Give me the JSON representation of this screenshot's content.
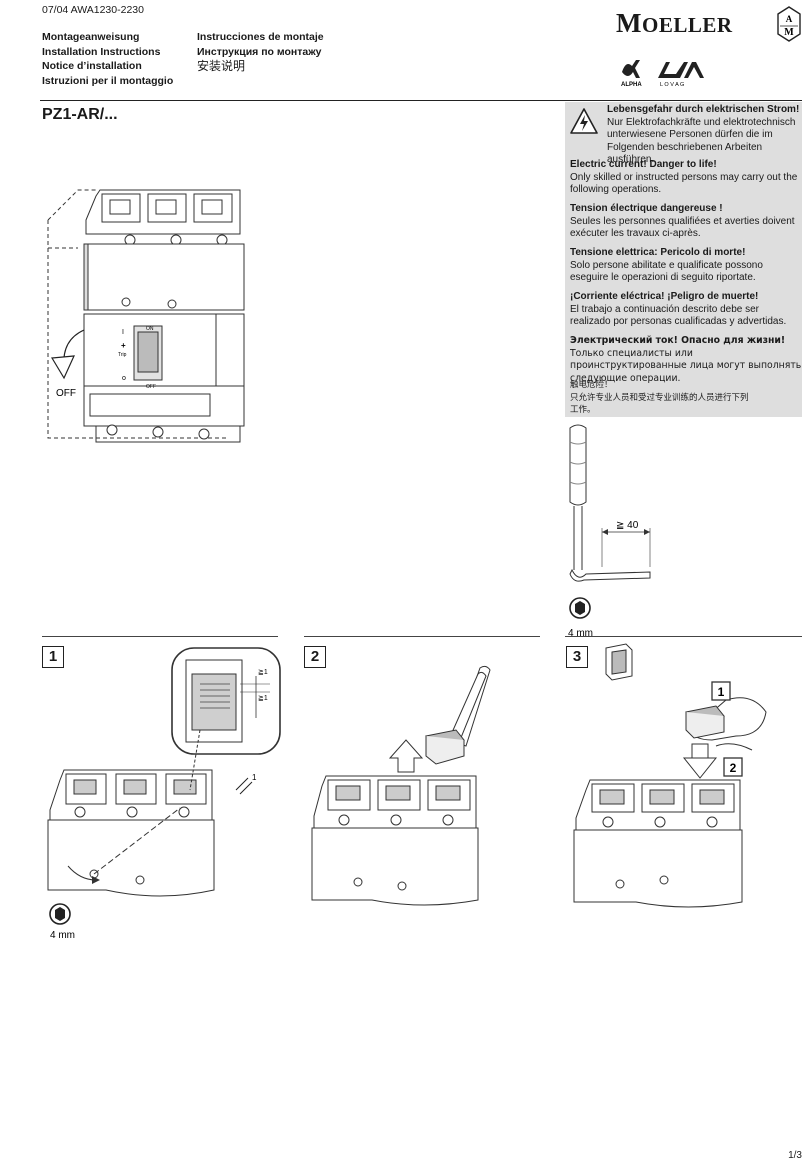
{
  "header": {
    "doc_ref": "07/04 AWA1230-2230",
    "titles_left": [
      "Montageanweisung",
      "Installation Instructions",
      "Notice d’installation",
      "Istruzioni per il montaggio"
    ],
    "titles_right": [
      "Instrucciones de montaje",
      "Инструкция по монтажу",
      "安装说明"
    ],
    "brand_initial": "M",
    "brand_rest": "OELLER",
    "cert_alpha": "ALPHA",
    "cert_lovag": "L O V A G"
  },
  "product": {
    "title": "PZ1-AR/..."
  },
  "warning": {
    "blocks": [
      {
        "heading": "Lebensgefahr durch elektrischen Strom!",
        "text": "Nur Elektrofachkräfte und elektrotechnisch unterwiesene Personen dürfen die im Folgenden beschriebenen Arbeiten ausführen."
      },
      {
        "heading": "Electric current! Danger to life!",
        "text": "Only skilled or instructed persons may carry out the following operations."
      },
      {
        "heading": "Tension électrique dangereuse !",
        "text": "Seules les personnes qualifiées et averties doivent exécuter les travaux ci-après."
      },
      {
        "heading": "Tensione elettrica: Pericolo di morte!",
        "text": "Solo persone abilitate e qualificate possono eseguire le operazioni di seguito riportate."
      },
      {
        "heading": "¡Corriente eléctrica! ¡Peligro de muerte!",
        "text": "El trabajo a continuación descrito debe ser realizado por personas cualificadas y advertidas."
      },
      {
        "heading": "Электрический ток! Опасно для жизни!",
        "text": "Только специалисты или проинструктированные лица могут выполнять следующие операции."
      },
      {
        "heading": "触电危险！",
        "text": "只允许专业人员和受过专业训练的人员进行下列工作。"
      }
    ]
  },
  "overview": {
    "switch_on": "ON",
    "switch_off": "OFF",
    "trip": "Trip",
    "off_label": "OFF"
  },
  "tool": {
    "dimension": "≧ 40",
    "size_label": "4 mm"
  },
  "steps": [
    {
      "number": "1",
      "tool_size": "4 mm",
      "dim_a": "1",
      "dim_b": "≧1",
      "dim_c": "≧1"
    },
    {
      "number": "2"
    },
    {
      "number": "3",
      "sub_a": "1",
      "sub_b": "2"
    }
  ],
  "footer": {
    "page": "1/3"
  }
}
